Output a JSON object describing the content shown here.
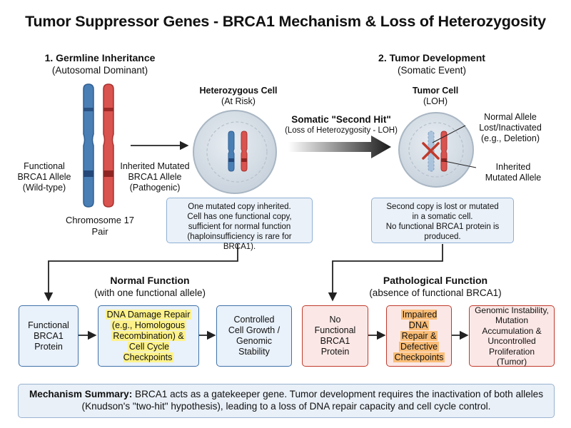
{
  "title": "Tumor Suppressor Genes - BRCA1 Mechanism & Loss of Heterozygosity",
  "germline": {
    "heading": "1. Germline Inheritance",
    "sub": "(Autosomal Dominant)",
    "functional_label": [
      "Functional",
      "BRCA1 Allele",
      "(Wild-type)"
    ],
    "mutated_label": [
      "Inherited Mutated",
      "BRCA1 Allele",
      "(Pathogenic)"
    ],
    "chromosome_label": [
      "Chromosome 17",
      "Pair"
    ]
  },
  "het_cell": {
    "title": "Heterozygous Cell",
    "sub": "(At Risk)",
    "note": [
      "One mutated copy inherited.",
      "Cell has one functional copy,",
      "sufficient for normal function",
      "(haploinsufficiency is rare for BRCA1)."
    ]
  },
  "second_hit": {
    "title": "Somatic \"Second Hit\"",
    "sub": "(Loss of Heterozygosity - LOH)"
  },
  "tumor_dev": {
    "heading": "2. Tumor Development",
    "sub": "(Somatic Event)"
  },
  "tumor_cell": {
    "title": "Tumor Cell",
    "sub": "(LOH)",
    "lost_label": [
      "Normal Allele",
      "Lost/Inactivated",
      "(e.g., Deletion)"
    ],
    "mutated_label": [
      "Inherited",
      "Mutated Allele"
    ],
    "note": [
      "Second copy is lost or mutated",
      "in a somatic cell.",
      "No functional BRCA1 protein is",
      "produced."
    ]
  },
  "normal": {
    "heading": "Normal Function",
    "sub": "(with one functional allele)",
    "box1": [
      "Functional",
      "BRCA1",
      "Protein"
    ],
    "box2": [
      "DNA Damage Repair",
      "(e.g., Homologous",
      "Recombination) &",
      "Cell Cycle Checkpoints"
    ],
    "box3": [
      "Controlled",
      "Cell Growth /",
      "Genomic",
      "Stability"
    ]
  },
  "patho": {
    "heading": "Pathological Function",
    "sub": "(absence of functional BRCA1)",
    "box1": [
      "No",
      "Functional",
      "BRCA1",
      "Protein"
    ],
    "box2": [
      "Impaired DNA",
      "Repair &",
      "Defective",
      "Checkpoints"
    ],
    "box3": [
      "Genomic Instability,",
      "Mutation",
      "Accumulation &",
      "Uncontrolled",
      "Proliferation (Tumor)"
    ]
  },
  "summary": {
    "label": "Mechanism Summary:",
    "text": " BRCA1 acts as a gatekeeper gene. Tumor development requires the inactivation of both alleles (Knudson's \"two-hit\" hypothesis), leading to a loss of DNA repair capacity and cell cycle control."
  },
  "colors": {
    "functional_blue": "#4a7fb5",
    "mutated_red": "#d9534f",
    "cell_fill": "#d5dde6",
    "arrow": "#222222"
  },
  "icons": [
    "x-mark-icon"
  ]
}
